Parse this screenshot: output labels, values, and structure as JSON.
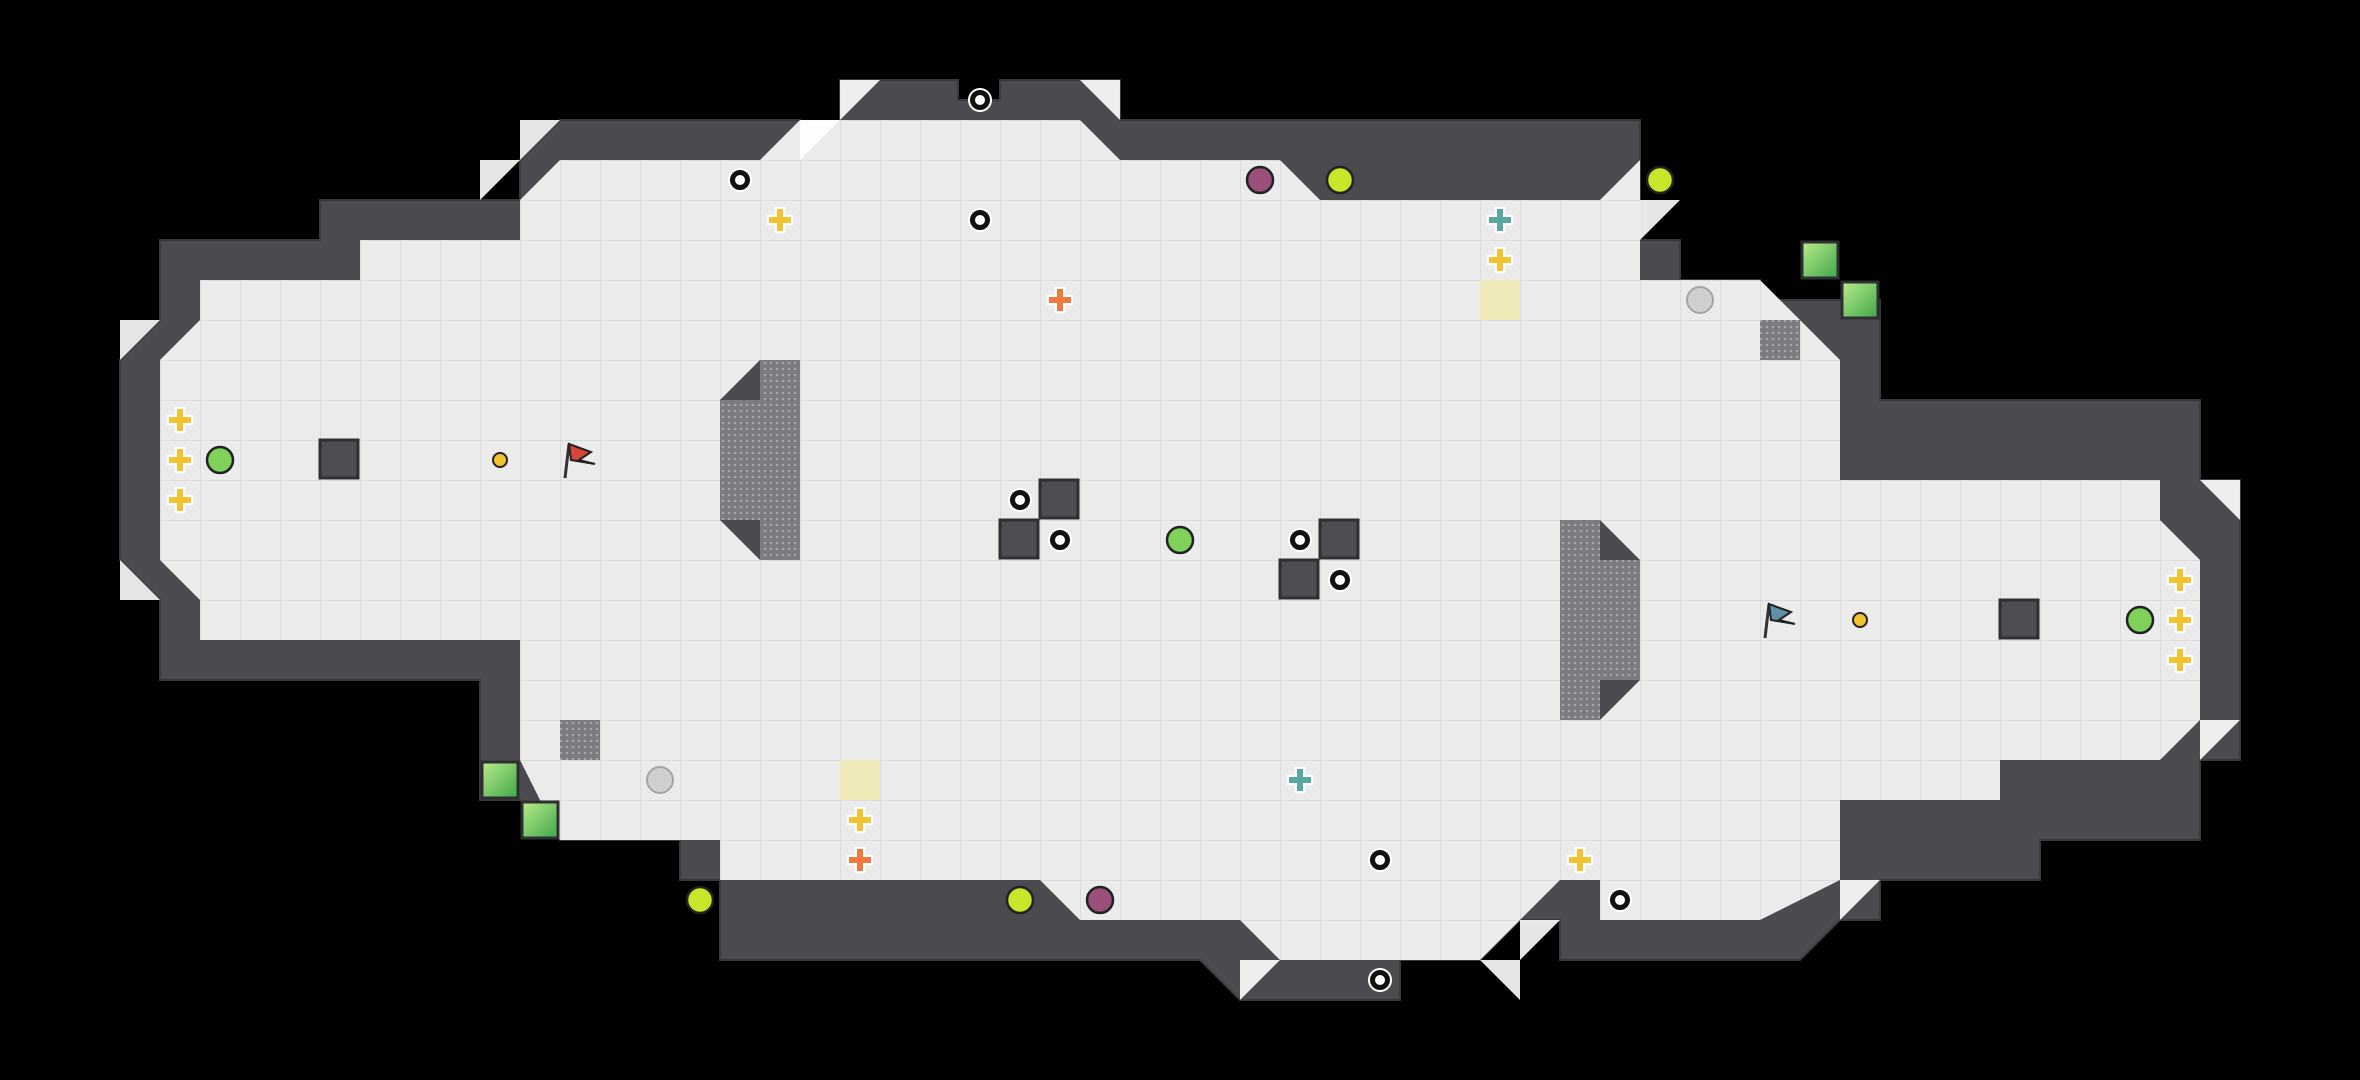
{
  "game": {
    "title": "",
    "colors": {
      "background": "#000000",
      "floor": "#ebebec",
      "grid_line": "#d9d9dc",
      "wall": "#4a4a4f",
      "wall_edge": "#3a3a3e",
      "block": "#4d4d52",
      "grate": "#8a8a8f",
      "red_flag": "#d8453a",
      "blue_flag": "#5e8fa6",
      "gold": "#f2c230",
      "orange": "#ef7a3c",
      "teal": "#58a7a3",
      "lime": "#c8e62a",
      "purple": "#9b4f7c",
      "green_tile": "#7fd15a"
    },
    "teams": [
      {
        "name": "red",
        "icon": "red-flag-icon"
      },
      {
        "name": "blue",
        "icon": "blue-flag-icon"
      }
    ],
    "tiles": {
      "red_flags": 1,
      "blue_flags": 1,
      "spikes": 14,
      "gold_boosts": 12,
      "orange_boosts": 2,
      "teal_boosts": 2,
      "bombs_lime": 6,
      "powerups_purple": 2,
      "speed_pads": 4,
      "gates": 4,
      "buttons": 2,
      "portals": 2,
      "walls_blocks": 6
    }
  }
}
